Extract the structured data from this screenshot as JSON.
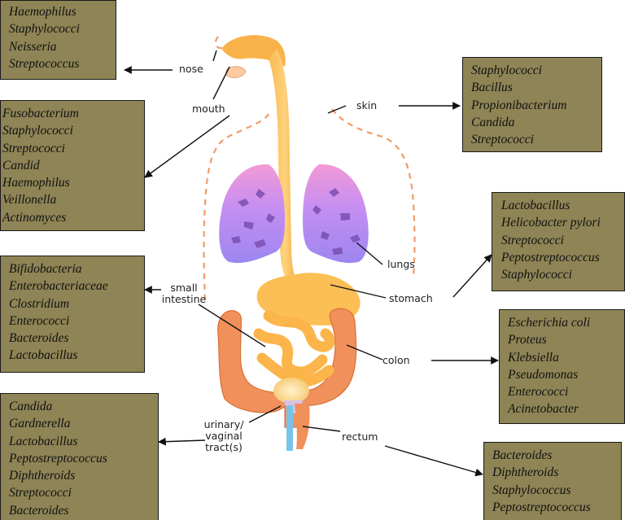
{
  "colors": {
    "box_fill": "#8e8455",
    "box_border": "#1a1a1a",
    "tract": "#f9a93a",
    "lungs": "#b48af0",
    "colon": "#f08f55",
    "bladder": "#f5d58a"
  },
  "labels": {
    "nose": "nose",
    "mouth": "mouth",
    "skin": "skin",
    "lungs": "lungs",
    "stomach": "stomach",
    "small_intestine": [
      "small",
      "intestine"
    ],
    "colon": "colon",
    "urinary": [
      "urinary/",
      "vaginal",
      "tract(s)"
    ],
    "rectum": "rectum"
  },
  "boxes": {
    "nose": [
      "Haemophilus",
      "Staphylococci",
      "Neisseria",
      "Streptococcus"
    ],
    "mouth": [
      "Fusobacterium",
      "Staphylococci",
      "Streptococci",
      "Candid",
      "Haemophilus",
      "Veillonella",
      "Actinomyces"
    ],
    "small_intestine": [
      "Bifidobacteria",
      "Enterobacteriaceae",
      "Clostridium",
      "Enterococci",
      "Bacteroides",
      "Lactobacillus"
    ],
    "urinary": [
      "Candida",
      "Gardnerella",
      "Lactobacillus",
      "Peptostreptococcus",
      "Diphtheroids",
      "Streptococci",
      "Bacteroides"
    ],
    "skin": [
      "Staphylococci",
      "Bacillus",
      "Propionibacterium",
      "Candida",
      "Streptococci"
    ],
    "stomach": [
      "Lactobacillus",
      "Helicobacter pylori",
      "Streptococci",
      "Peptostreptococcus",
      "Staphylococci"
    ],
    "colon": [
      "Escherichia coli",
      "Proteus",
      "Klebsiella",
      "Pseudomonas",
      "Enterococci",
      "Acinetobacter"
    ],
    "rectum": [
      "Bacteroides",
      "Diphtheroids",
      "Staphylococcus",
      "Peptostreptococcus"
    ]
  }
}
